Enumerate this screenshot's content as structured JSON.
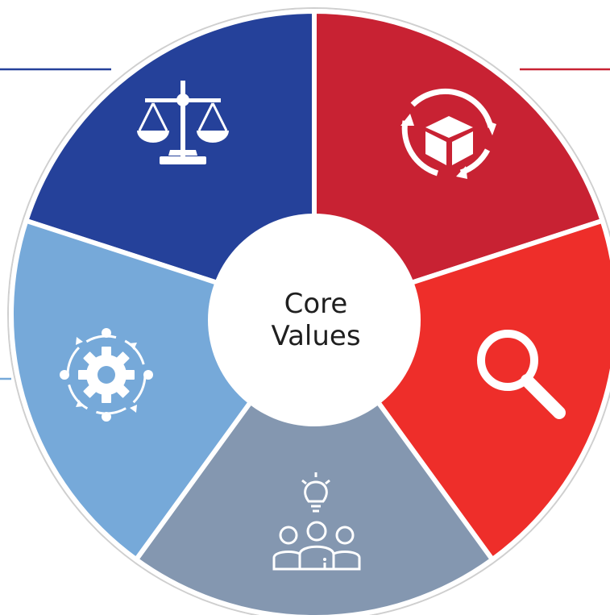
{
  "center": {
    "line1": "Core",
    "line2": "Values"
  },
  "segments": [
    {
      "id": "justice",
      "icon": "scales-of-justice-icon",
      "color": "#25419a"
    },
    {
      "id": "recycling",
      "icon": "box-cycle-icon",
      "color": "#c82233"
    },
    {
      "id": "search",
      "icon": "magnifying-glass-icon",
      "color": "#ee2e2a"
    },
    {
      "id": "teamwork",
      "icon": "team-idea-lightbulb-icon",
      "color": "#8497b0"
    },
    {
      "id": "process",
      "icon": "gear-cycle-icon",
      "color": "#76a9d9"
    }
  ],
  "accent_lines": {
    "blue": "#25419a",
    "red": "#c82233",
    "light_blue": "#76a9d9"
  }
}
